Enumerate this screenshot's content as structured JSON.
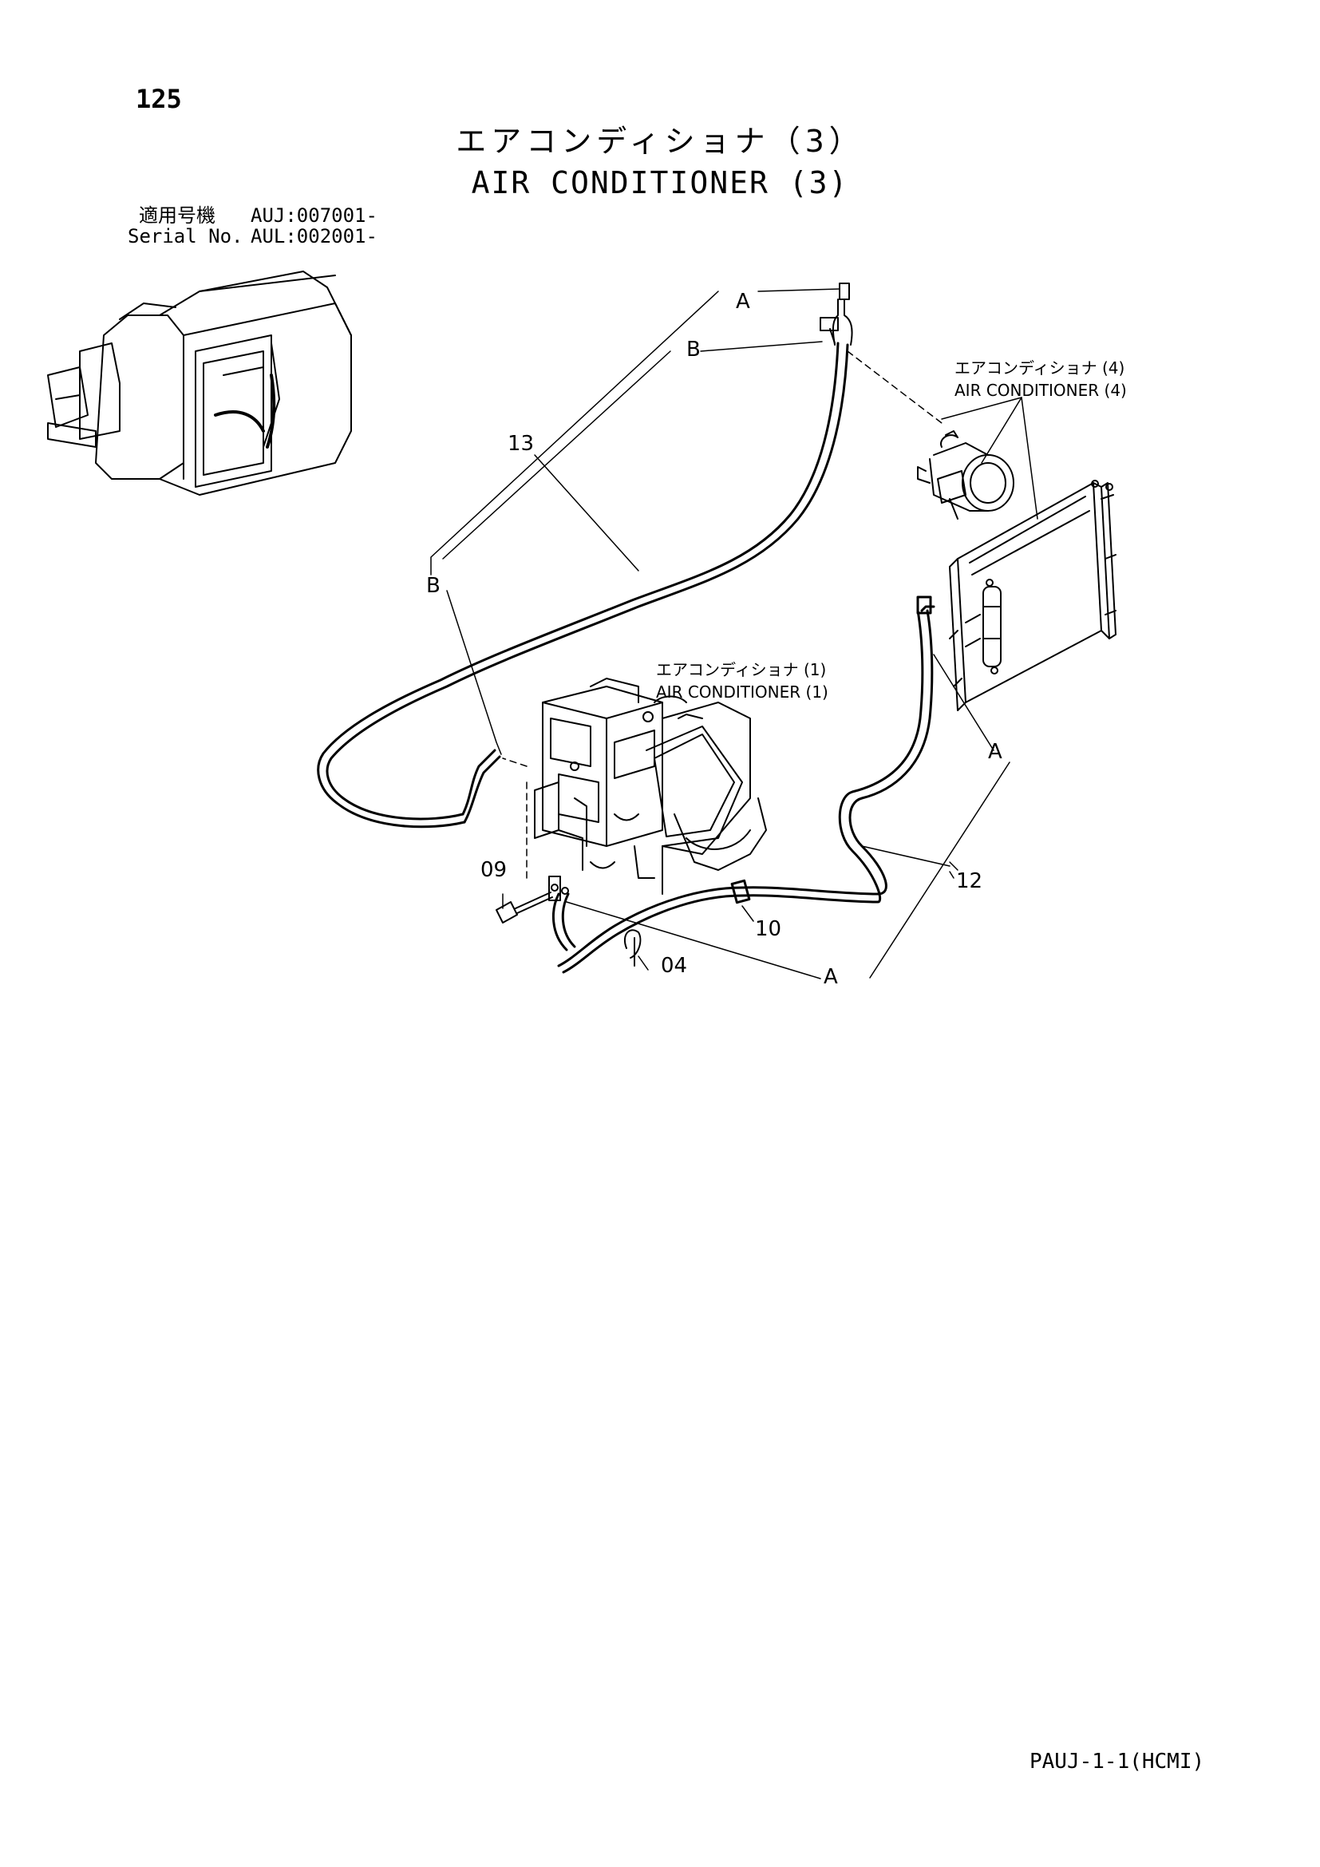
{
  "header": {
    "page_number": "125",
    "title_jp": "エアコンディショナ（3）",
    "title_en": "AIR CONDITIONER (3)",
    "serial_label_jp": "適用号機",
    "serial_value_jp": "AUJ:007001-",
    "serial_label_en": "Serial No.",
    "serial_value_en": "AUL:002001-"
  },
  "references": {
    "ac4_jp": "エアコンディショナ (4)",
    "ac4_en": "AIR CONDITIONER (4)",
    "ac1_jp": "エアコンディショナ (1)",
    "ac1_en": "AIR CONDITIONER (1)"
  },
  "callouts": {
    "a_top": "A",
    "b_top": "B",
    "p13": "13",
    "b_left": "B",
    "a_right": "A",
    "p12": "12",
    "p09": "09",
    "p10": "10",
    "p04": "04",
    "a_bottom": "A"
  },
  "footer": {
    "code": "PAUJ-1-1(HCMI)"
  }
}
